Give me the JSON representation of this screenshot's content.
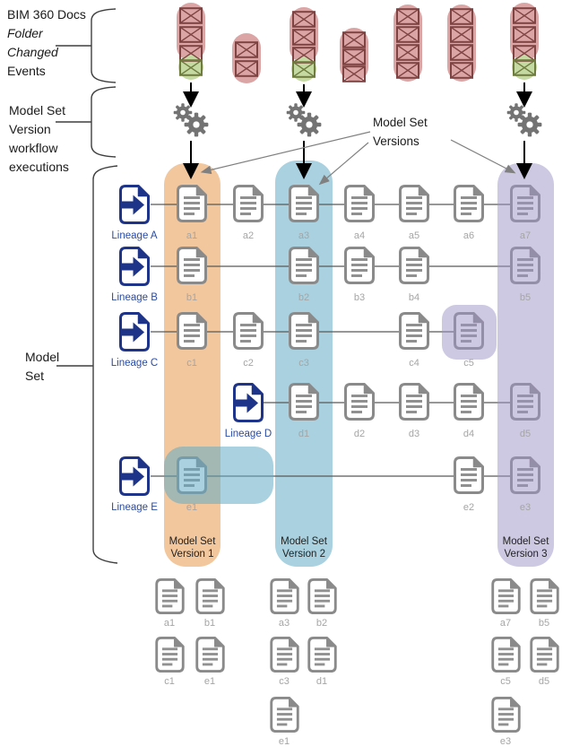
{
  "left_annotations": {
    "events_prefix": "BIM 360 Docs",
    "events_italic": "Folder Changed",
    "events_suffix": "Events",
    "workflow": "Model Set Version workflow executions",
    "model_set": "Model Set"
  },
  "callout": {
    "versions": "Model Set Versions"
  },
  "event_groups": [
    {
      "pink_envelopes": 3,
      "green_envelope": 1,
      "triggers_workflow": true
    },
    {
      "pink_envelopes": 2,
      "green_envelope": 0,
      "triggers_workflow": false
    },
    {
      "pink_envelopes": 3,
      "green_envelope": 1,
      "triggers_workflow": true
    },
    {
      "pink_envelopes": 3,
      "green_envelope": 0,
      "triggers_workflow": false
    },
    {
      "pink_envelopes": 4,
      "green_envelope": 0,
      "triggers_workflow": false
    },
    {
      "pink_envelopes": 4,
      "green_envelope": 0,
      "triggers_workflow": false
    },
    {
      "pink_envelopes": 3,
      "green_envelope": 1,
      "triggers_workflow": true
    }
  ],
  "grid": {
    "lineages": [
      {
        "label": "Lineage A",
        "docs": [
          "a1",
          "a2",
          "a3",
          "a4",
          "a5",
          "a6",
          "a7"
        ]
      },
      {
        "label": "Lineage B",
        "docs": [
          "b1",
          "b2",
          "b3",
          "b4",
          "b5"
        ]
      },
      {
        "label": "Lineage C",
        "docs": [
          "c1",
          "c2",
          "c3",
          "c4",
          "c5"
        ]
      },
      {
        "label": "Lineage D",
        "docs": [
          "d1",
          "d2",
          "d3",
          "d4",
          "d5"
        ]
      },
      {
        "label": "Lineage E",
        "docs": [
          "e1",
          "e2",
          "e3"
        ]
      }
    ]
  },
  "version_columns": [
    {
      "line1": "Model Set",
      "line2": "Version 1"
    },
    {
      "line1": "Model Set",
      "line2": "Version 2"
    },
    {
      "line1": "Model Set",
      "line2": "Version 3"
    }
  ],
  "outputs": [
    {
      "items": [
        "a1",
        "b1",
        "c1",
        "e1"
      ]
    },
    {
      "items": [
        "a3",
        "b2",
        "c3",
        "d1",
        "e1"
      ]
    },
    {
      "items": [
        "a7",
        "b5",
        "c5",
        "d5",
        "e3"
      ]
    }
  ],
  "colors": {
    "event_burst": "#DCA5A5",
    "trigger_event": "#C5D9A2",
    "version1": "#F2C79D",
    "version2": "#A9D1DF",
    "version3": "#CEC8E1",
    "lineage_blue": "#1E3488",
    "document_gray": "#8A8A8A"
  }
}
